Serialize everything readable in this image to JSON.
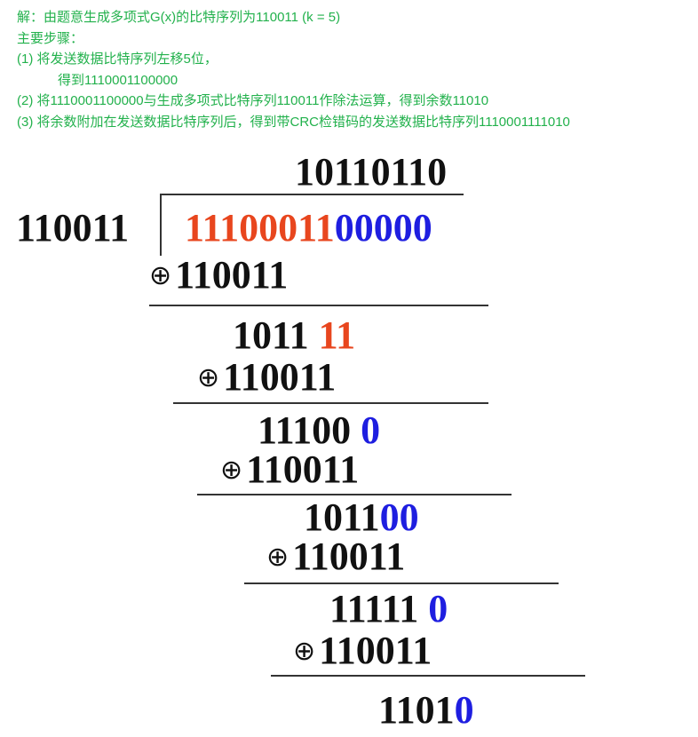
{
  "notes": {
    "line1": "解：由题意生成多项式G(x)的比特序列为110011 (k = 5)",
    "line2": "主要步骤：",
    "line3": "(1) 将发送数据比特序列左移5位，",
    "line4": "得到1110001100000",
    "line5": "(2) 将1110001100000与生成多项式比特序列110011作除法运算，得到余数11010",
    "line6": "(3) 将余数附加在发送数据比特序列后，得到带CRC检错码的发送数据比特序列1110001111010"
  },
  "division": {
    "quotient": "10110110",
    "divisor": "110011",
    "dividend_data": "11100011",
    "dividend_pad": "00000",
    "xor_symbol": "⊕",
    "steps": [
      {
        "xor_operand": "110011",
        "remainder_kept": "1011",
        "remainder_brought": "11"
      },
      {
        "xor_operand": "110011",
        "remainder_kept": "11100",
        "remainder_brought": "0"
      },
      {
        "xor_operand": "110011",
        "remainder_kept": "1011",
        "remainder_brought": "00"
      },
      {
        "xor_operand": "110011",
        "remainder_kept": "11111",
        "remainder_brought": "0"
      },
      {
        "xor_operand": "110011",
        "remainder_kept": "1101",
        "remainder_brought": "0"
      }
    ]
  },
  "colors": {
    "notes": "#22b14c",
    "data_bits": "#e8461e",
    "pad_bits": "#1e1ee0"
  }
}
